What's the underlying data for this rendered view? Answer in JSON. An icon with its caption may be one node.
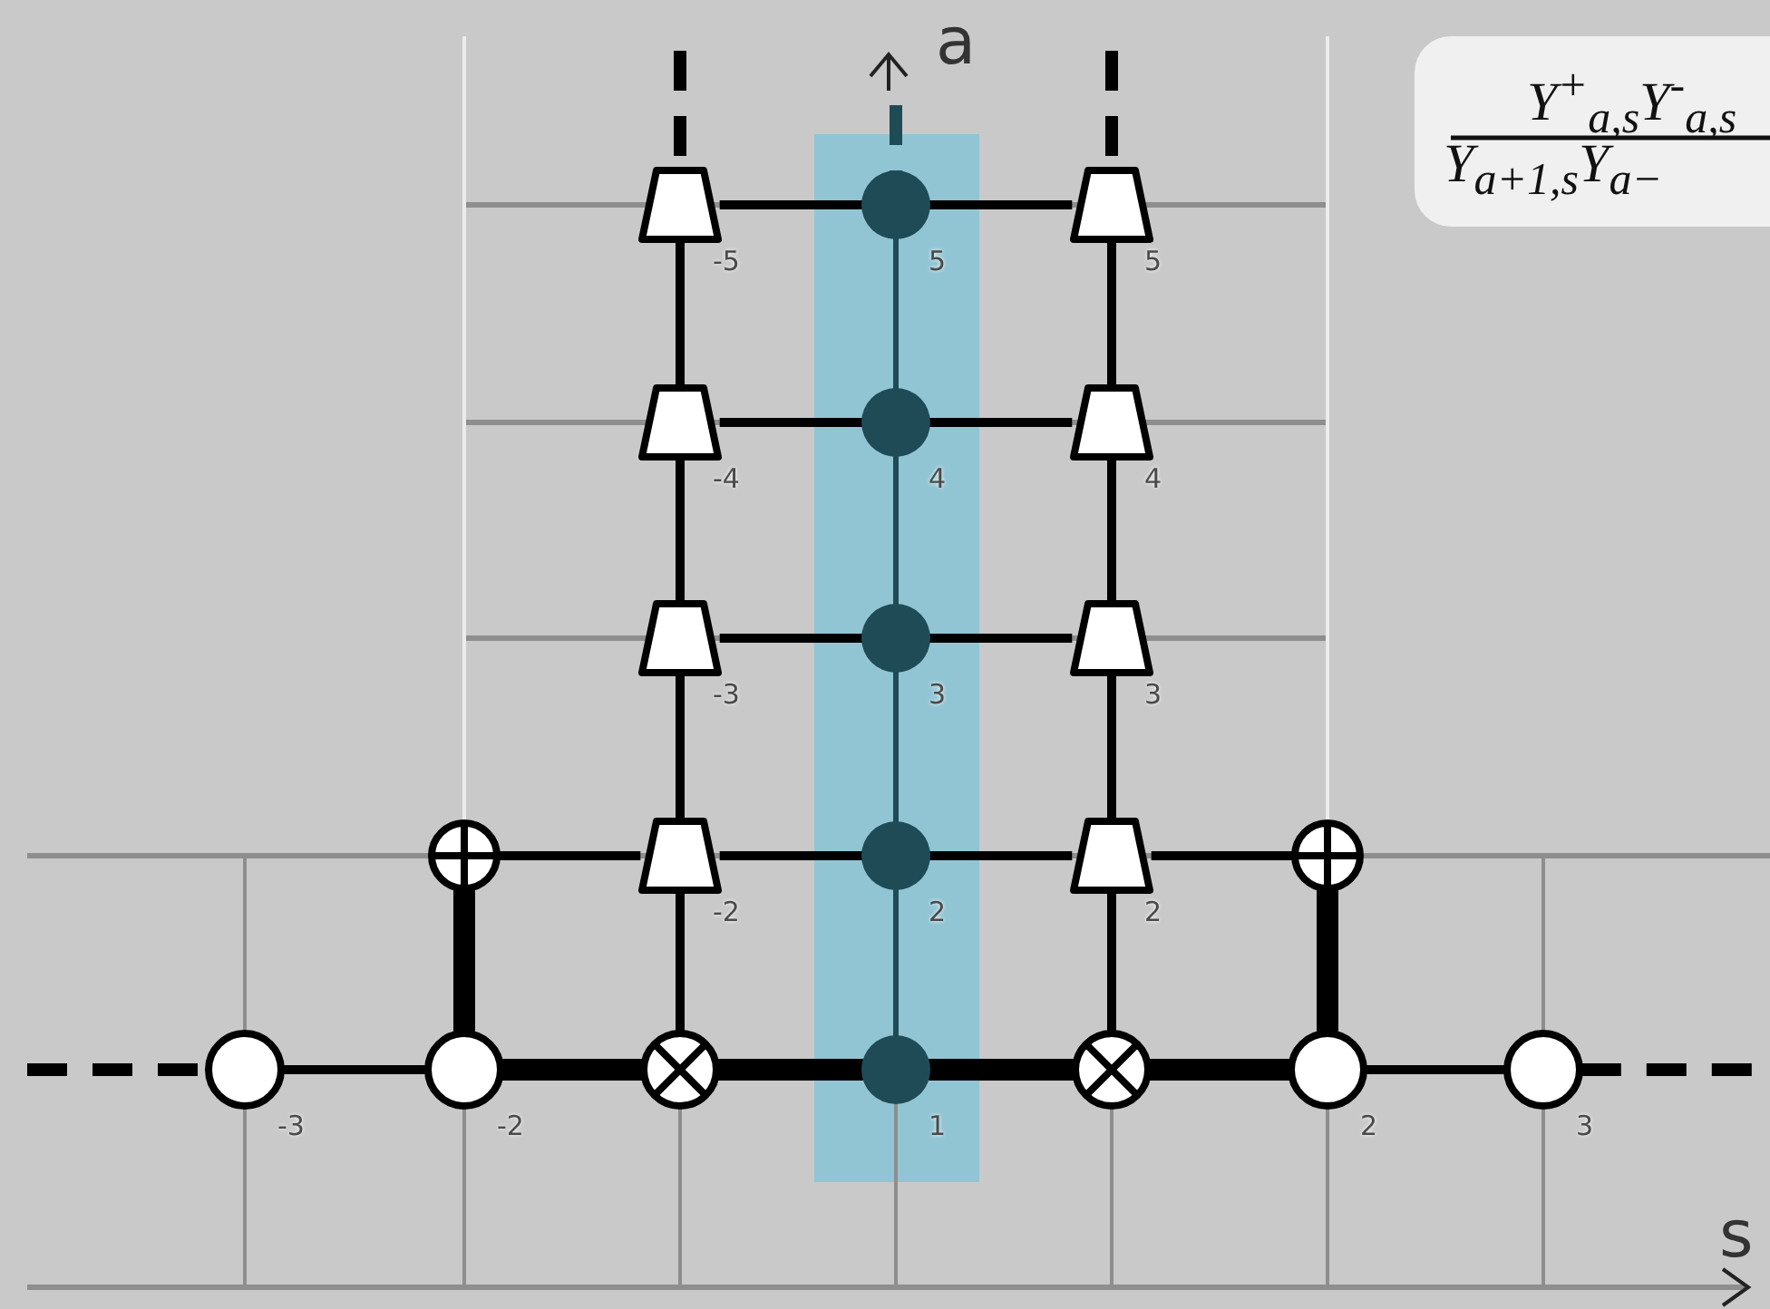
{
  "diagram": {
    "nodes": [
      {
        "text": [],
        "shape": "trapezoid",
        "beside": [
          "-5"
        ]
      },
      {
        "text": [],
        "shape": "dot",
        "beside": [
          "5"
        ]
      },
      {
        "text": [],
        "shape": "trapezoid",
        "beside": [
          "5"
        ]
      },
      {
        "text": [],
        "shape": "trapezoid",
        "beside": [
          "-4"
        ]
      },
      {
        "text": [],
        "shape": "dot",
        "beside": [
          "4"
        ]
      },
      {
        "text": [],
        "shape": "trapezoid",
        "beside": [
          "4"
        ]
      },
      {
        "text": [],
        "shape": "trapezoid",
        "beside": [
          "-3"
        ]
      },
      {
        "text": [],
        "shape": "dot",
        "beside": [
          "3"
        ]
      },
      {
        "text": [],
        "shape": "trapezoid",
        "beside": [
          "3"
        ]
      },
      {
        "text": [],
        "shape": "plus-circle"
      },
      {
        "text": [],
        "shape": "trapezoid",
        "beside": [
          "-2"
        ]
      },
      {
        "text": [],
        "shape": "dot",
        "beside": [
          "2"
        ]
      },
      {
        "text": [],
        "shape": "trapezoid",
        "beside": [
          "2"
        ]
      },
      {
        "text": [],
        "shape": "plus-circle"
      },
      {
        "text": [],
        "shape": "circle",
        "beside": [
          "-3"
        ]
      },
      {
        "text": [],
        "shape": "circle",
        "beside": [
          "-2"
        ]
      },
      {
        "text": [],
        "shape": "crossed-circle"
      },
      {
        "text": [],
        "shape": "dot",
        "beside": [
          "1"
        ]
      },
      {
        "text": [],
        "shape": "crossed-circle"
      },
      {
        "text": [],
        "shape": "circle",
        "beside": [
          "2"
        ]
      },
      {
        "text": [],
        "shape": "circle",
        "beside": [
          "3"
        ]
      }
    ],
    "edges": [
      {
        "from": null,
        "to": 0,
        "arrow": "none",
        "style": "dashed"
      },
      {
        "from": null,
        "to": 1,
        "arrow": "none",
        "style": "dashed",
        "color": "#1f4b57"
      },
      {
        "from": null,
        "to": 2,
        "arrow": "none",
        "style": "dashed"
      },
      {
        "from": 0,
        "to": 1,
        "arrow": "none"
      },
      {
        "from": 1,
        "to": 2,
        "arrow": "none"
      },
      {
        "from": 3,
        "to": 4,
        "arrow": "none"
      },
      {
        "from": 4,
        "to": 5,
        "arrow": "none"
      },
      {
        "from": 6,
        "to": 7,
        "arrow": "none"
      },
      {
        "from": 7,
        "to": 8,
        "arrow": "none"
      },
      {
        "from": 9,
        "to": 10,
        "arrow": "none"
      },
      {
        "from": 10,
        "to": 11,
        "arrow": "none"
      },
      {
        "from": 11,
        "to": 12,
        "arrow": "none"
      },
      {
        "from": 12,
        "to": 13,
        "arrow": "none"
      },
      {
        "from": 0,
        "to": 3,
        "arrow": "none"
      },
      {
        "from": 3,
        "to": 6,
        "arrow": "none"
      },
      {
        "from": 6,
        "to": 10,
        "arrow": "none"
      },
      {
        "from": 10,
        "to": 16,
        "arrow": "none"
      },
      {
        "from": 1,
        "to": 4,
        "arrow": "none",
        "color": "#1f4b57"
      },
      {
        "from": 4,
        "to": 7,
        "arrow": "none",
        "color": "#1f4b57"
      },
      {
        "from": 7,
        "to": 11,
        "arrow": "none",
        "color": "#1f4b57"
      },
      {
        "from": 11,
        "to": 17,
        "arrow": "none",
        "color": "#1f4b57"
      },
      {
        "from": 2,
        "to": 5,
        "arrow": "none"
      },
      {
        "from": 5,
        "to": 8,
        "arrow": "none"
      },
      {
        "from": 8,
        "to": 12,
        "arrow": "none"
      },
      {
        "from": 12,
        "to": 18,
        "arrow": "none"
      },
      {
        "from": 9,
        "to": 15,
        "arrow": "none",
        "style": "thick"
      },
      {
        "from": 13,
        "to": 19,
        "arrow": "none",
        "style": "thick"
      },
      {
        "from": null,
        "to": 14,
        "arrow": "none",
        "style": "dashed"
      },
      {
        "from": 14,
        "to": 15,
        "arrow": "none"
      },
      {
        "from": 15,
        "to": 16,
        "arrow": "none",
        "style": "thick"
      },
      {
        "from": 16,
        "to": 17,
        "arrow": "none",
        "style": "thick"
      },
      {
        "from": 17,
        "to": 18,
        "arrow": "none",
        "style": "thick"
      },
      {
        "from": 18,
        "to": 19,
        "arrow": "none",
        "style": "thick"
      },
      {
        "from": 19,
        "to": 20,
        "arrow": "none"
      },
      {
        "from": 20,
        "to": null,
        "arrow": "none",
        "style": "dashed"
      }
    ],
    "labels": [
      "a",
      "Y$^{+}$$_{a,s}$Y$^{-}$$_{a,s}$",
      "Y$_{a+1,s}$Y$_{a−}$",
      "s"
    ]
  }
}
